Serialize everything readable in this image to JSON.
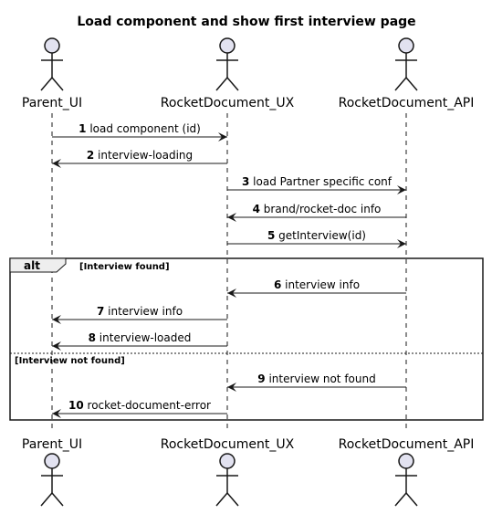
{
  "title": "Load component and show first interview page",
  "participants": [
    {
      "name": "Parent_UI"
    },
    {
      "name": "RocketDocument_UX"
    },
    {
      "name": "RocketDocument_API"
    }
  ],
  "messages": [
    {
      "seq": "1",
      "text": "load component (id)",
      "from": 0,
      "to": 1
    },
    {
      "seq": "2",
      "text": "interview-loading",
      "from": 1,
      "to": 0
    },
    {
      "seq": "3",
      "text": "load Partner specific conf",
      "from": 1,
      "to": 2
    },
    {
      "seq": "4",
      "text": "brand/rocket-doc info",
      "from": 2,
      "to": 1
    },
    {
      "seq": "5",
      "text": "getInterview(id)",
      "from": 1,
      "to": 2
    },
    {
      "seq": "6",
      "text": "interview info",
      "from": 2,
      "to": 1
    },
    {
      "seq": "7",
      "text": "interview info",
      "from": 1,
      "to": 0
    },
    {
      "seq": "8",
      "text": "interview-loaded",
      "from": 1,
      "to": 0
    },
    {
      "seq": "9",
      "text": "interview not found",
      "from": 2,
      "to": 1
    },
    {
      "seq": "10",
      "text": "rocket-document-error",
      "from": 1,
      "to": 0
    }
  ],
  "alt_frame": {
    "label": "alt",
    "guard_1": "[Interview found]",
    "guard_2": "[Interview not found]"
  },
  "colors": {
    "actor_fill": "#e2e2f0",
    "stroke": "#181818",
    "lifeline": "#181818"
  }
}
